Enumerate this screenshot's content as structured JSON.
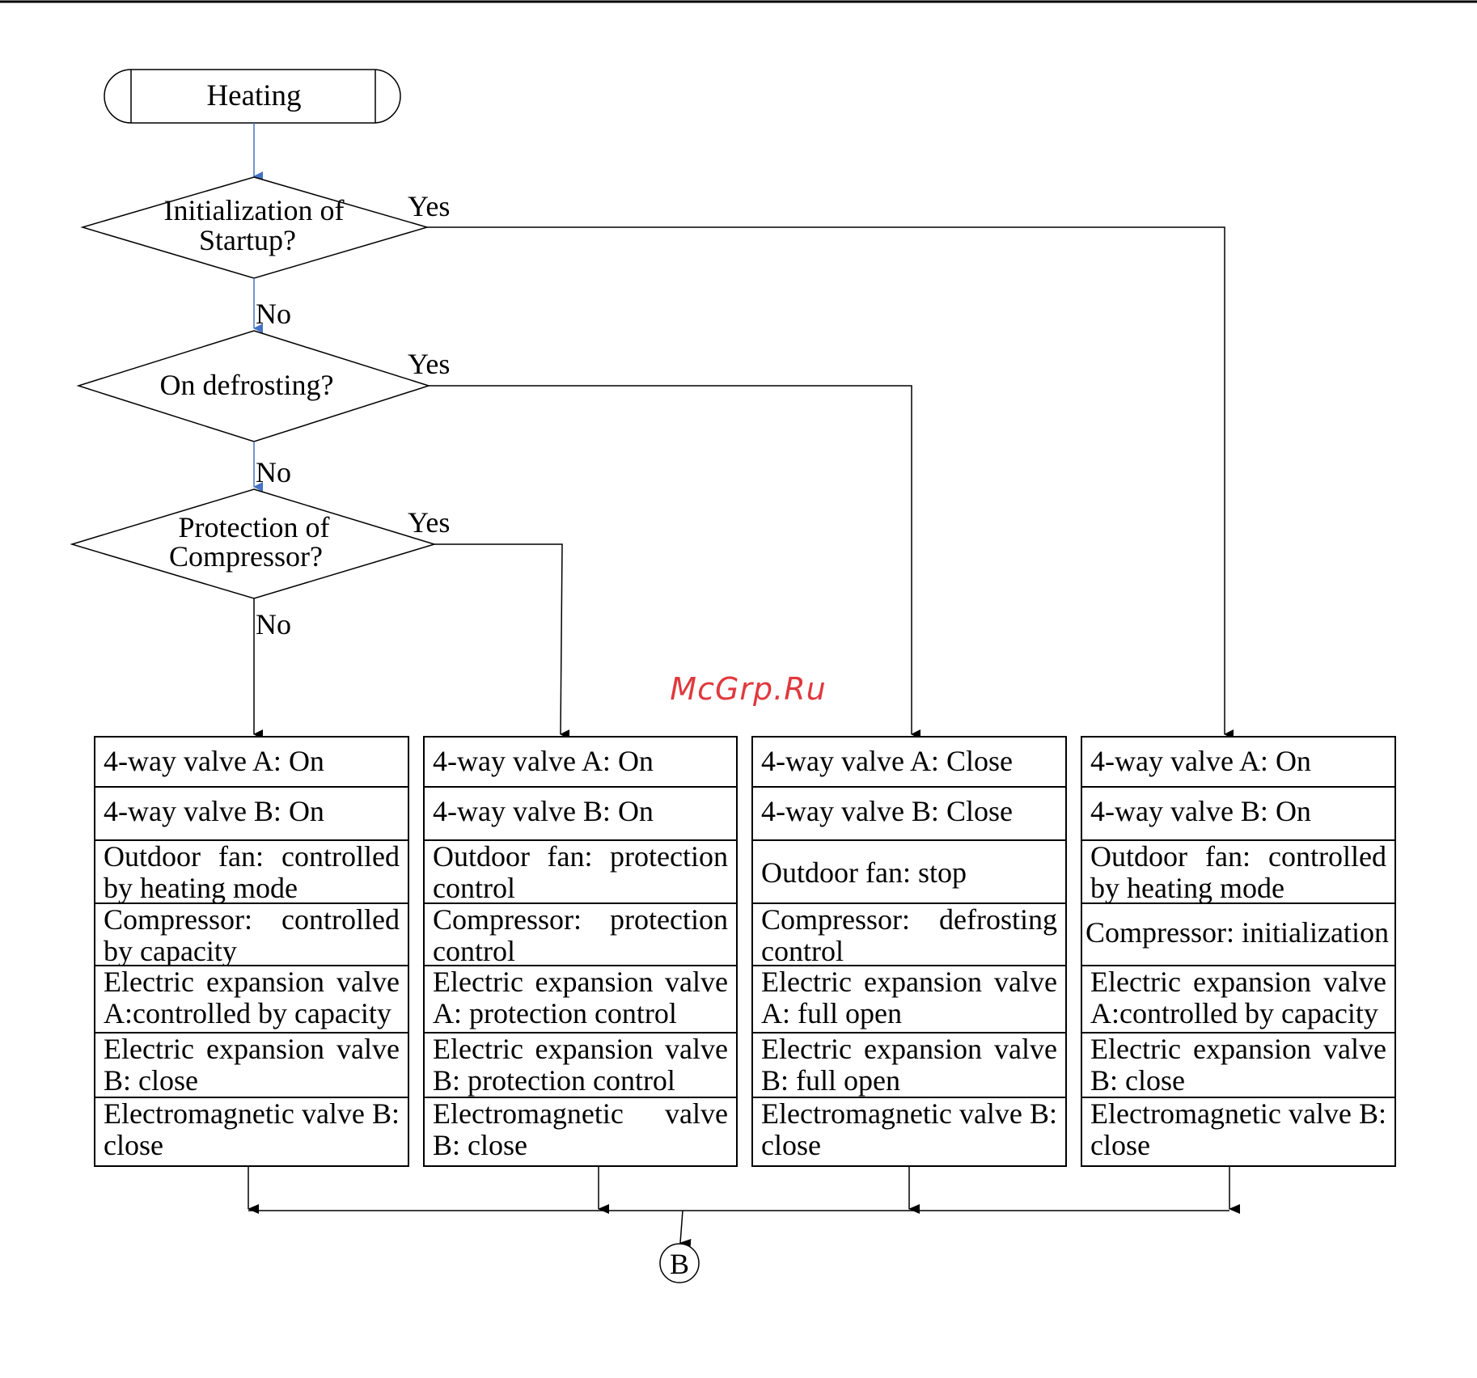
{
  "colors": {
    "line": "#000000",
    "accent_line": "#4472c4",
    "watermark": "#e0393e"
  },
  "start": {
    "label": "Heating"
  },
  "decisions": [
    {
      "lines": [
        "Initialization of",
        "Startup?"
      ],
      "yes": "Yes",
      "no": "No"
    },
    {
      "lines": [
        "On defrosting?"
      ],
      "yes": "Yes",
      "no": "No"
    },
    {
      "lines": [
        "Protection of",
        "Compressor?"
      ],
      "yes": "Yes",
      "no": "No"
    }
  ],
  "boxes": [
    {
      "rows": [
        "4-way valve A: On",
        "4-way valve B: On",
        "Outdoor fan: controlled by heating mode",
        "Compressor: controlled by capacity",
        "Electric expansion valve A:controlled by capacity",
        "Electric expansion valve B: close",
        "Electromagnetic valve B: close"
      ]
    },
    {
      "rows": [
        "4-way valve A: On",
        "4-way valve B: On",
        "Outdoor fan: protection control",
        "Compressor: protection control",
        "Electric expansion valve A: protection control",
        "Electric expansion valve B: protection control",
        "Electromagnetic valve B: close"
      ]
    },
    {
      "rows": [
        "4-way valve A: Close",
        "4-way valve B: Close",
        "Outdoor fan: stop",
        "Compressor: defrosting control",
        "Electric expansion valve A: full open",
        "Electric expansion valve B: full open",
        "Electromagnetic valve B: close"
      ]
    },
    {
      "rows": [
        "4-way valve A: On",
        "4-way valve B: On",
        "Outdoor fan: controlled by heating mode",
        "Compressor: initialization",
        "Electric expansion valve A:controlled by capacity",
        "Electric expansion valve B: close",
        "Electromagnetic valve B: close"
      ]
    }
  ],
  "connector": {
    "label": "B"
  },
  "watermark": {
    "text": "McGrp.Ru"
  }
}
